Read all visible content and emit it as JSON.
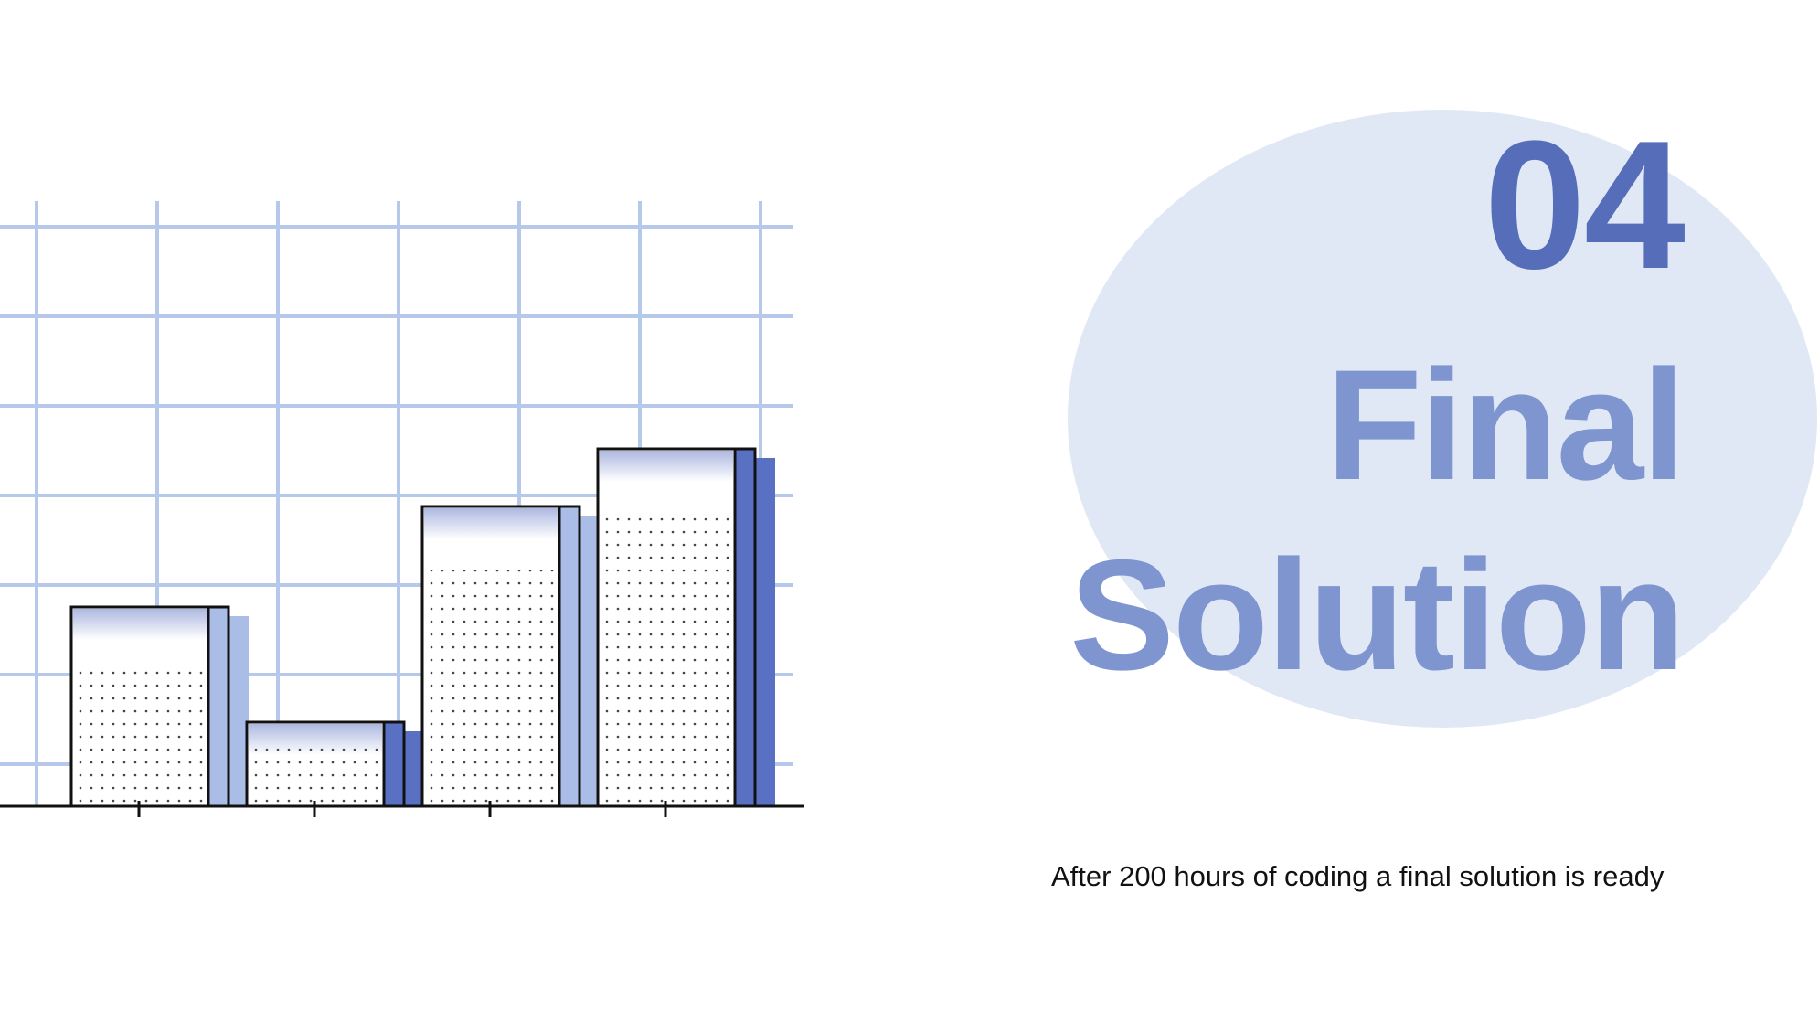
{
  "slide": {
    "number": "04",
    "title_line1": "Final",
    "title_line2": "Solution",
    "subtitle": "After 200 hours of coding a final solution is ready"
  },
  "illustration": {
    "kind": "decorative-bar-chart",
    "bar_levels": [
      0.52,
      0.22,
      0.78,
      0.93
    ],
    "colors": {
      "grid": "#b7c9ea",
      "outline": "#111111",
      "shadow_light": "#aabde6",
      "shadow_dark": "#5a70c2",
      "speckle": "#5a70c2"
    }
  },
  "colors": {
    "number": "#566eba",
    "title": "#7f95d0",
    "circle": "#e1e8f5",
    "text": "#111111"
  }
}
